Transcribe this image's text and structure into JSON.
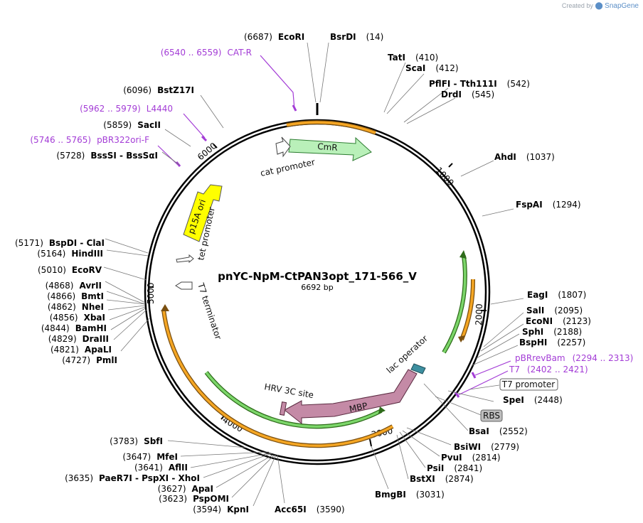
{
  "credit": {
    "prefix": "Created by",
    "brand": "SnapGene"
  },
  "plasmid": {
    "name": "pnYC-NpM-CtPAN3opt_171-566_V",
    "size_label": "6692 bp",
    "total_bp": 6692
  },
  "colors": {
    "primer": "#a33cd6",
    "orange": "#f5a623",
    "green": "#7cd66a",
    "mbp": "#c48aa6",
    "cmr": "#b9f0b9",
    "yellow": "#ffff00",
    "teal": "#3d8fa0"
  },
  "ticks": [
    {
      "bp": 1000,
      "label": "1000"
    },
    {
      "bp": 2000,
      "label": "2000"
    },
    {
      "bp": 3000,
      "label": "3000"
    },
    {
      "bp": 4000,
      "label": "4000"
    },
    {
      "bp": 5000,
      "label": "5000"
    },
    {
      "bp": 6000,
      "label": "6000"
    }
  ],
  "features": {
    "cmr": {
      "label": "CmR"
    },
    "cat_promoter": {
      "label": "cat promoter"
    },
    "p15a_ori": {
      "label": "p15A ori"
    },
    "tet_promoter": {
      "label": "tet promoter"
    },
    "t7_terminator": {
      "label": "T7 terminator"
    },
    "lac_operator": {
      "label": "lac operator"
    },
    "mbp": {
      "label": "MBP"
    },
    "hrv": {
      "label": "HRV 3C site"
    },
    "t7_promoter": {
      "label": "T7 promoter"
    },
    "rbs": {
      "label": "RBS"
    }
  },
  "sites": [
    {
      "id": "ecori",
      "name": "EcoRI",
      "pos": "(6687)",
      "side": "left"
    },
    {
      "id": "bsrdi",
      "name": "BsrDI",
      "pos": "(14)",
      "side": "right"
    },
    {
      "id": "tati",
      "name": "TatI",
      "pos": "(410)",
      "side": "right"
    },
    {
      "id": "scai",
      "name": "ScaI",
      "pos": "(412)",
      "side": "right"
    },
    {
      "id": "pflfi",
      "name": "PflFI - Tth111I",
      "pos": "(542)",
      "side": "right"
    },
    {
      "id": "drdi",
      "name": "DrdI",
      "pos": "(545)",
      "side": "right"
    },
    {
      "id": "ahdi",
      "name": "AhdI",
      "pos": "(1037)",
      "side": "right"
    },
    {
      "id": "fspai",
      "name": "FspAI",
      "pos": "(1294)",
      "side": "right"
    },
    {
      "id": "eagi",
      "name": "EagI",
      "pos": "(1807)",
      "side": "right"
    },
    {
      "id": "sali",
      "name": "SalI",
      "pos": "(2095)",
      "side": "right"
    },
    {
      "id": "econi",
      "name": "EcoNI",
      "pos": "(2123)",
      "side": "right"
    },
    {
      "id": "sphi",
      "name": "SphI",
      "pos": "(2188)",
      "side": "right"
    },
    {
      "id": "bsphi",
      "name": "BspHI",
      "pos": "(2257)",
      "side": "right"
    },
    {
      "id": "spei",
      "name": "SpeI",
      "pos": "(2448)",
      "side": "right"
    },
    {
      "id": "bsai",
      "name": "BsaI",
      "pos": "(2552)",
      "side": "right"
    },
    {
      "id": "bsiwi",
      "name": "BsiWI",
      "pos": "(2779)",
      "side": "right"
    },
    {
      "id": "pvui",
      "name": "PvuI",
      "pos": "(2814)",
      "side": "right"
    },
    {
      "id": "psii",
      "name": "PsiI",
      "pos": "(2841)",
      "side": "right"
    },
    {
      "id": "bstxi",
      "name": "BstXI",
      "pos": "(2874)",
      "side": "right"
    },
    {
      "id": "bmgbi",
      "name": "BmgBI",
      "pos": "(3031)",
      "side": "right"
    },
    {
      "id": "acc65i",
      "name": "Acc65I",
      "pos": "(3590)",
      "side": "right"
    },
    {
      "id": "kpni",
      "name": "KpnI",
      "pos": "(3594)",
      "side": "left"
    },
    {
      "id": "pspomi",
      "name": "PspOMI",
      "pos": "(3623)",
      "side": "left"
    },
    {
      "id": "apai",
      "name": "ApaI",
      "pos": "(3627)",
      "side": "left"
    },
    {
      "id": "paer7i",
      "name": "PaeR7I - PspXI - XhoI",
      "pos": "(3635)",
      "side": "left"
    },
    {
      "id": "aflii",
      "name": "AflII",
      "pos": "(3641)",
      "side": "left"
    },
    {
      "id": "mfei",
      "name": "MfeI",
      "pos": "(3647)",
      "side": "left"
    },
    {
      "id": "sbfi",
      "name": "SbfI",
      "pos": "(3783)",
      "side": "left"
    },
    {
      "id": "pmli",
      "name": "PmlI",
      "pos": "(4727)",
      "side": "left"
    },
    {
      "id": "apali",
      "name": "ApaLI",
      "pos": "(4821)",
      "side": "left"
    },
    {
      "id": "draiii",
      "name": "DraIII",
      "pos": "(4829)",
      "side": "left"
    },
    {
      "id": "bamhi",
      "name": "BamHI",
      "pos": "(4844)",
      "side": "left"
    },
    {
      "id": "xbai",
      "name": "XbaI",
      "pos": "(4856)",
      "side": "left"
    },
    {
      "id": "nhei",
      "name": "NheI",
      "pos": "(4862)",
      "side": "left"
    },
    {
      "id": "bmti",
      "name": "BmtI",
      "pos": "(4866)",
      "side": "left"
    },
    {
      "id": "avrii",
      "name": "AvrII",
      "pos": "(4868)",
      "side": "left"
    },
    {
      "id": "ecorv",
      "name": "EcoRV",
      "pos": "(5010)",
      "side": "left"
    },
    {
      "id": "hindiii",
      "name": "HindIII",
      "pos": "(5164)",
      "side": "left"
    },
    {
      "id": "bspdi",
      "name": "BspDI - ClaI",
      "pos": "(5171)",
      "side": "left"
    },
    {
      "id": "bsssi",
      "name": "BssSI - BssSαI",
      "pos": "(5728)",
      "side": "left"
    },
    {
      "id": "sacii",
      "name": "SacII",
      "pos": "(5859)",
      "side": "left"
    },
    {
      "id": "bstz17i",
      "name": "BstZ17I",
      "pos": "(6096)",
      "side": "left"
    }
  ],
  "primers": [
    {
      "id": "catr",
      "range": "(6540 .. 6559)",
      "name": "CAT-R"
    },
    {
      "id": "l4440",
      "range": "(5962 .. 5979)",
      "name": "L4440"
    },
    {
      "id": "pbr322",
      "range": "(5746 .. 5765)",
      "name": "pBR322ori-F"
    },
    {
      "id": "pbrrev",
      "name": "pBRrevBam",
      "range": "(2294 .. 2313)"
    },
    {
      "id": "t7",
      "name": "T7",
      "range": "(2402 .. 2421)"
    }
  ]
}
